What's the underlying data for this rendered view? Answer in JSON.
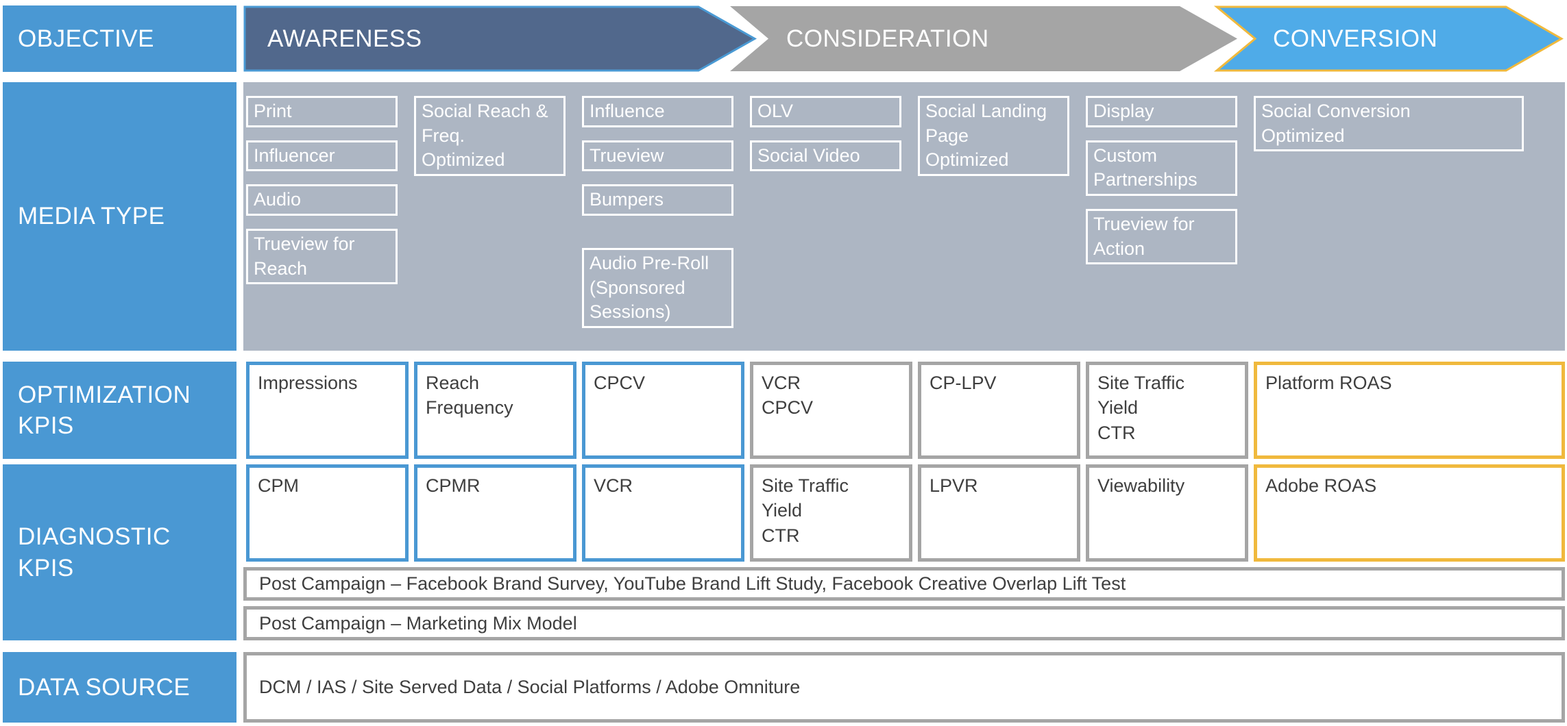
{
  "rows": {
    "objective": {
      "label": "OBJECTIVE",
      "stages": [
        {
          "label": "AWARENESS",
          "fill": "#51688c",
          "border": "#4a9ad4"
        },
        {
          "label": "CONSIDERATION",
          "fill": "#a5a5a5",
          "border": ""
        },
        {
          "label": "CONVERSION",
          "fill": "#4fabe8",
          "border": "#f0b93d"
        }
      ]
    },
    "media_type": {
      "label": "MEDIA TYPE",
      "columns": [
        {
          "boxes": [
            "Print",
            "Influencer",
            "Audio",
            "Trueview for\nReach"
          ]
        },
        {
          "boxes": [
            "Social Reach &\nFreq.\nOptimized"
          ]
        },
        {
          "boxes": [
            "Influence",
            "Trueview",
            "Bumpers",
            "Audio Pre-Roll\n(Sponsored\nSessions)"
          ]
        },
        {
          "boxes": [
            "OLV",
            "Social Video"
          ]
        },
        {
          "boxes": [
            "Social Landing\nPage\nOptimized"
          ]
        },
        {
          "boxes": [
            "Display",
            "Custom\nPartnerships",
            "Trueview for\nAction"
          ]
        },
        {
          "boxes": [
            "Social Conversion\nOptimized"
          ]
        }
      ]
    },
    "optimization_kpis": {
      "label": "OPTIMIZATION KPIS",
      "boxes": [
        {
          "text": "Impressions",
          "style": "blue"
        },
        {
          "text": "Reach\nFrequency",
          "style": "blue"
        },
        {
          "text": "CPCV",
          "style": "blue"
        },
        {
          "text": "VCR\nCPCV",
          "style": "gray"
        },
        {
          "text": "CP-LPV",
          "style": "gray"
        },
        {
          "text": "Site Traffic\nYield\nCTR",
          "style": "gray"
        },
        {
          "text": "Platform ROAS",
          "style": "gold"
        }
      ]
    },
    "diagnostic_kpis": {
      "label": "DIAGNOSTIC KPIS",
      "boxes": [
        {
          "text": "CPM",
          "style": "blue"
        },
        {
          "text": "CPMR",
          "style": "blue"
        },
        {
          "text": "VCR",
          "style": "blue"
        },
        {
          "text": "Site Traffic\nYield\nCTR",
          "style": "gray"
        },
        {
          "text": "LPVR",
          "style": "gray"
        },
        {
          "text": "Viewability",
          "style": "gray"
        },
        {
          "text": "Adobe ROAS",
          "style": "gold"
        }
      ],
      "bars": [
        "Post Campaign – Facebook Brand Survey, YouTube Brand Lift Study, Facebook Creative Overlap Lift Test",
        "Post Campaign – Marketing Mix Model"
      ]
    },
    "data_source": {
      "label": "DATA SOURCE",
      "value": "DCM / IAS / Site Served Data / Social Platforms / Adobe Omniture"
    }
  },
  "colors": {
    "label_blue": "#4a98d3",
    "media_panel_bg": "#adb6c3",
    "kpi_border_blue": "#4a98d3",
    "kpi_border_gray": "#a5a5a5",
    "kpi_border_gold": "#f0b93d",
    "awareness_fill": "#51688c",
    "consideration_fill": "#a5a5a5",
    "conversion_fill": "#4fabe8",
    "text_dark": "#3f3f3f"
  }
}
